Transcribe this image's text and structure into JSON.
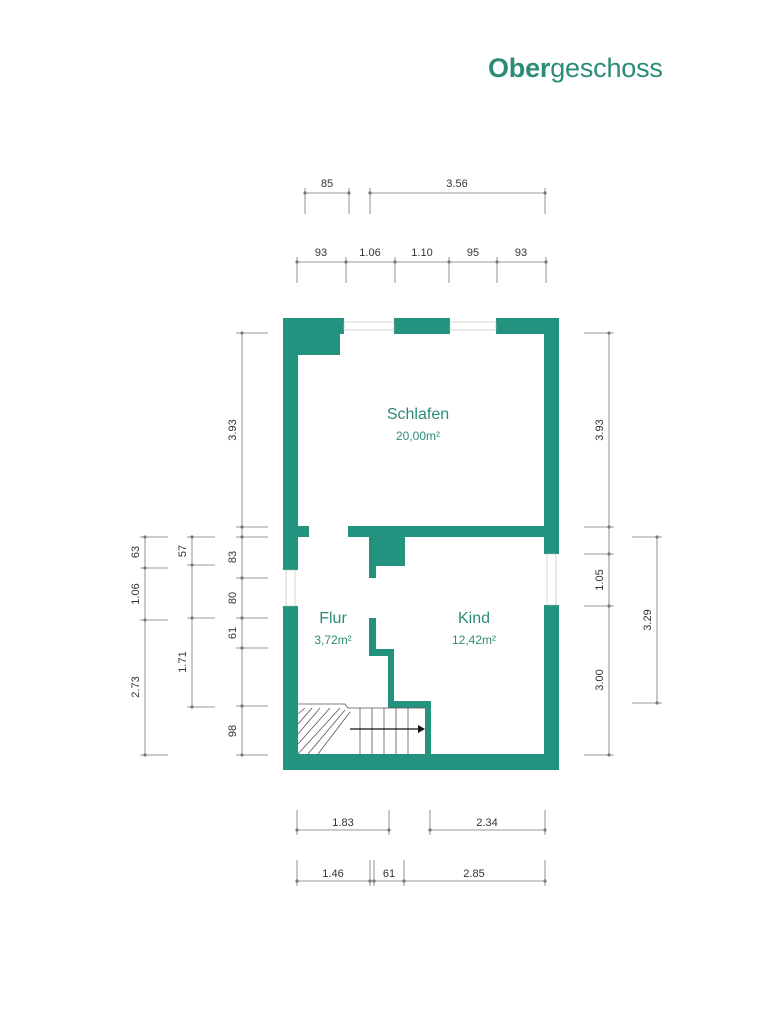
{
  "title": {
    "bold": "Ober",
    "rest": "geschoss"
  },
  "colors": {
    "accent": "#23927e",
    "dimension_lines": "#777777",
    "text": "#333333"
  },
  "rooms": [
    {
      "name": "Schlafen",
      "area": "20,00m²"
    },
    {
      "name": "Flur",
      "area": "3,72m²"
    },
    {
      "name": "Kind",
      "area": "12,42m²"
    }
  ],
  "dimensions": {
    "top_row1": [
      "85",
      "3.56"
    ],
    "top_row2": [
      "93",
      "1.06",
      "1.10",
      "95",
      "93"
    ],
    "bottom_row1": [
      "1.83",
      "2.34"
    ],
    "bottom_row2": [
      "1.46",
      "61",
      "2.85"
    ],
    "left_outer": [
      "63",
      "1.06",
      "2.73"
    ],
    "left_mid": [
      "57",
      "1.71"
    ],
    "left_inner": [
      "3.93",
      "83",
      "80",
      "61",
      "98"
    ],
    "right_inner": [
      "3.93",
      "1.05",
      "3.00"
    ],
    "right_outer": [
      "3.29"
    ]
  }
}
